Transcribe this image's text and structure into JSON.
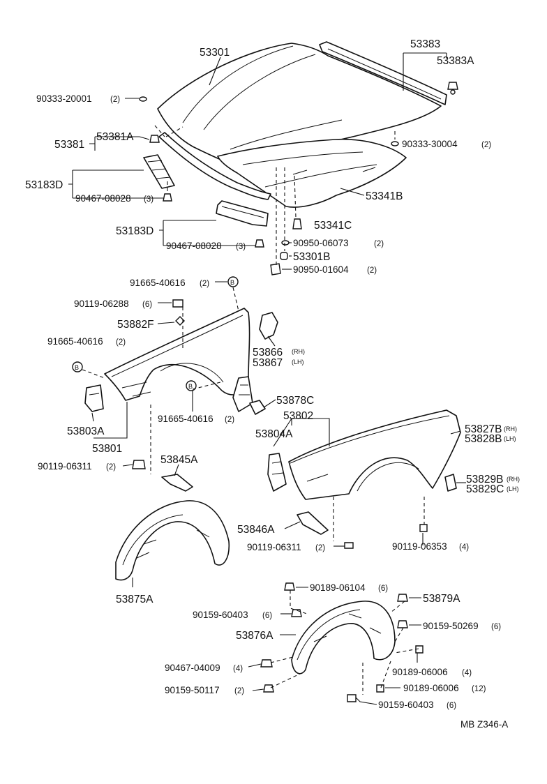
{
  "diagram": {
    "reference": "MB  Z346-A",
    "parts": {
      "hood": "53301",
      "hood_seal": "53383",
      "hood_seal_clip": "53383A",
      "hood_plug_front": "90333-20001",
      "hood_plug_front_qty": "(2)",
      "hood_plug_rear": "90333-30004",
      "hood_plug_rear_qty": "(2)",
      "seal_group": "53381",
      "seal_clip": "53381A",
      "hood_insulator": "53341B",
      "insulator_clip": "53341C",
      "bracket_group": "53183D",
      "bracket_screw": "90467-08028",
      "bracket_screw_qty": "(3)",
      "bracket_group_2": "53183D",
      "bracket_screw_2": "90467-08028",
      "bracket_screw_2_qty": "(3)",
      "cushion_a": "90950-06073",
      "cushion_a_qty": "(2)",
      "hood_cushion": "53301B",
      "cushion_b": "90950-01604",
      "cushion_b_qty": "(2)",
      "nut_b_top": "91665-40616",
      "nut_b_top_qty": "(2)",
      "nut_b_marker": "B",
      "fender_bolt": "90119-06288",
      "fender_bolt_qty": "(6)",
      "fender_washer": "53882F",
      "nut_b_left": "91665-40616",
      "nut_b_left_qty": "(2)",
      "nut_b_left_marker": "B",
      "fender_bracket_rh": "53866",
      "fender_bracket_rh_side": "(RH)",
      "fender_bracket_lh": "53867",
      "fender_bracket_lh_side": "(LH)",
      "nut_b_lower": "91665-40616",
      "nut_b_lower_qty": "(2)",
      "nut_b_lower_marker": "B",
      "fender_stay": "53878C",
      "fender_brace": "53803A",
      "fender_group": "53801",
      "fender_group_right": "53802",
      "fender_brace_right": "53804A",
      "fender_rh": "53827B",
      "fender_rh_side": "(RH)",
      "fender_lh": "53828B",
      "fender_lh_side": "(LH)",
      "fender_bolt_left": "90119-06311",
      "fender_bolt_left_qty": "(2)",
      "splash_shield_bracket": "53845A",
      "mud_guard_rh": "53829B",
      "mud_guard_rh_side": "(RH)",
      "mud_guard_lh": "53829C",
      "mud_guard_lh_side": "(LH)",
      "splash_bracket_right": "53846A",
      "fender_bolt_right": "90119-06311",
      "fender_bolt_right_qty": "(2)",
      "fender_bolt_rear": "90119-06353",
      "fender_bolt_rear_qty": "(4)",
      "liner_left": "53875A",
      "liner_screw_top": "90189-06104",
      "liner_screw_top_qty": "(6)",
      "liner_nut": "53879A",
      "liner_clip_left": "90159-60403",
      "liner_clip_left_qty": "(6)",
      "liner_clip_right": "90159-50269",
      "liner_clip_right_qty": "(6)",
      "liner_right": "53876A",
      "liner_screw_side": "90467-04009",
      "liner_screw_side_qty": "(4)",
      "liner_screw_b": "90189-06006",
      "liner_screw_b_qty": "(4)",
      "liner_clip_bottom": "90159-50117",
      "liner_clip_bottom_qty": "(2)",
      "liner_screw_c": "90189-06006",
      "liner_screw_c_qty": "(12)",
      "liner_clip_c": "90159-60403",
      "liner_clip_c_qty": "(6)"
    }
  }
}
